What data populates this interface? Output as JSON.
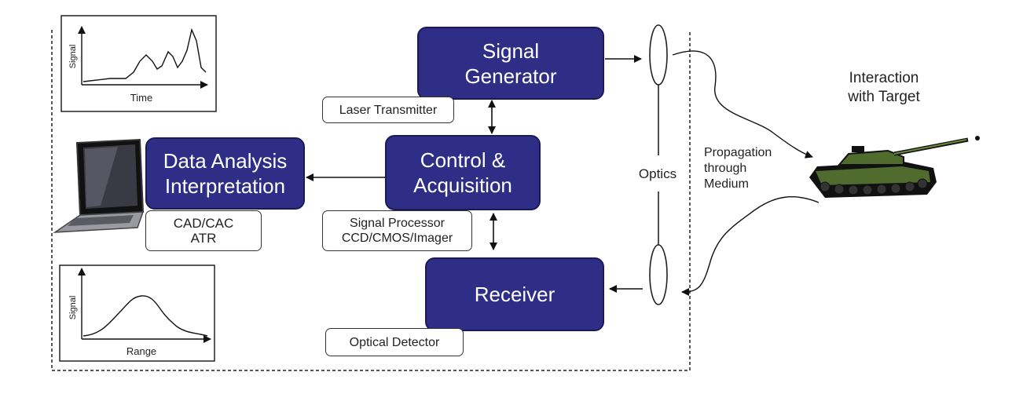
{
  "blocks": {
    "signal_generator": [
      "Signal",
      "Generator"
    ],
    "control_acquisition": [
      "Control &",
      "Acquisition"
    ],
    "data_analysis": [
      "Data Analysis",
      "Interpretation"
    ],
    "receiver": [
      "Receiver"
    ]
  },
  "tags": {
    "laser_transmitter": [
      "Laser Transmitter"
    ],
    "signal_processor": [
      "Signal Processor",
      "CCD/CMOS/Imager"
    ],
    "cad_cac": [
      "CAD/CAC",
      "ATR"
    ],
    "optical_detector": [
      "Optical Detector"
    ]
  },
  "labels": {
    "optics": "Optics",
    "interaction": [
      "Interaction",
      "with Target"
    ],
    "propagation": [
      "Propagation",
      "through",
      "Medium"
    ]
  },
  "plots": {
    "time_plot": {
      "ylabel": "Signal",
      "xlabel": "Time"
    },
    "range_plot": {
      "ylabel": "Signal",
      "xlabel": "Range"
    }
  },
  "colors": {
    "block_fill": "#2e2e86",
    "block_text": "#ffffff",
    "tank_body": "#4f6b2e"
  }
}
